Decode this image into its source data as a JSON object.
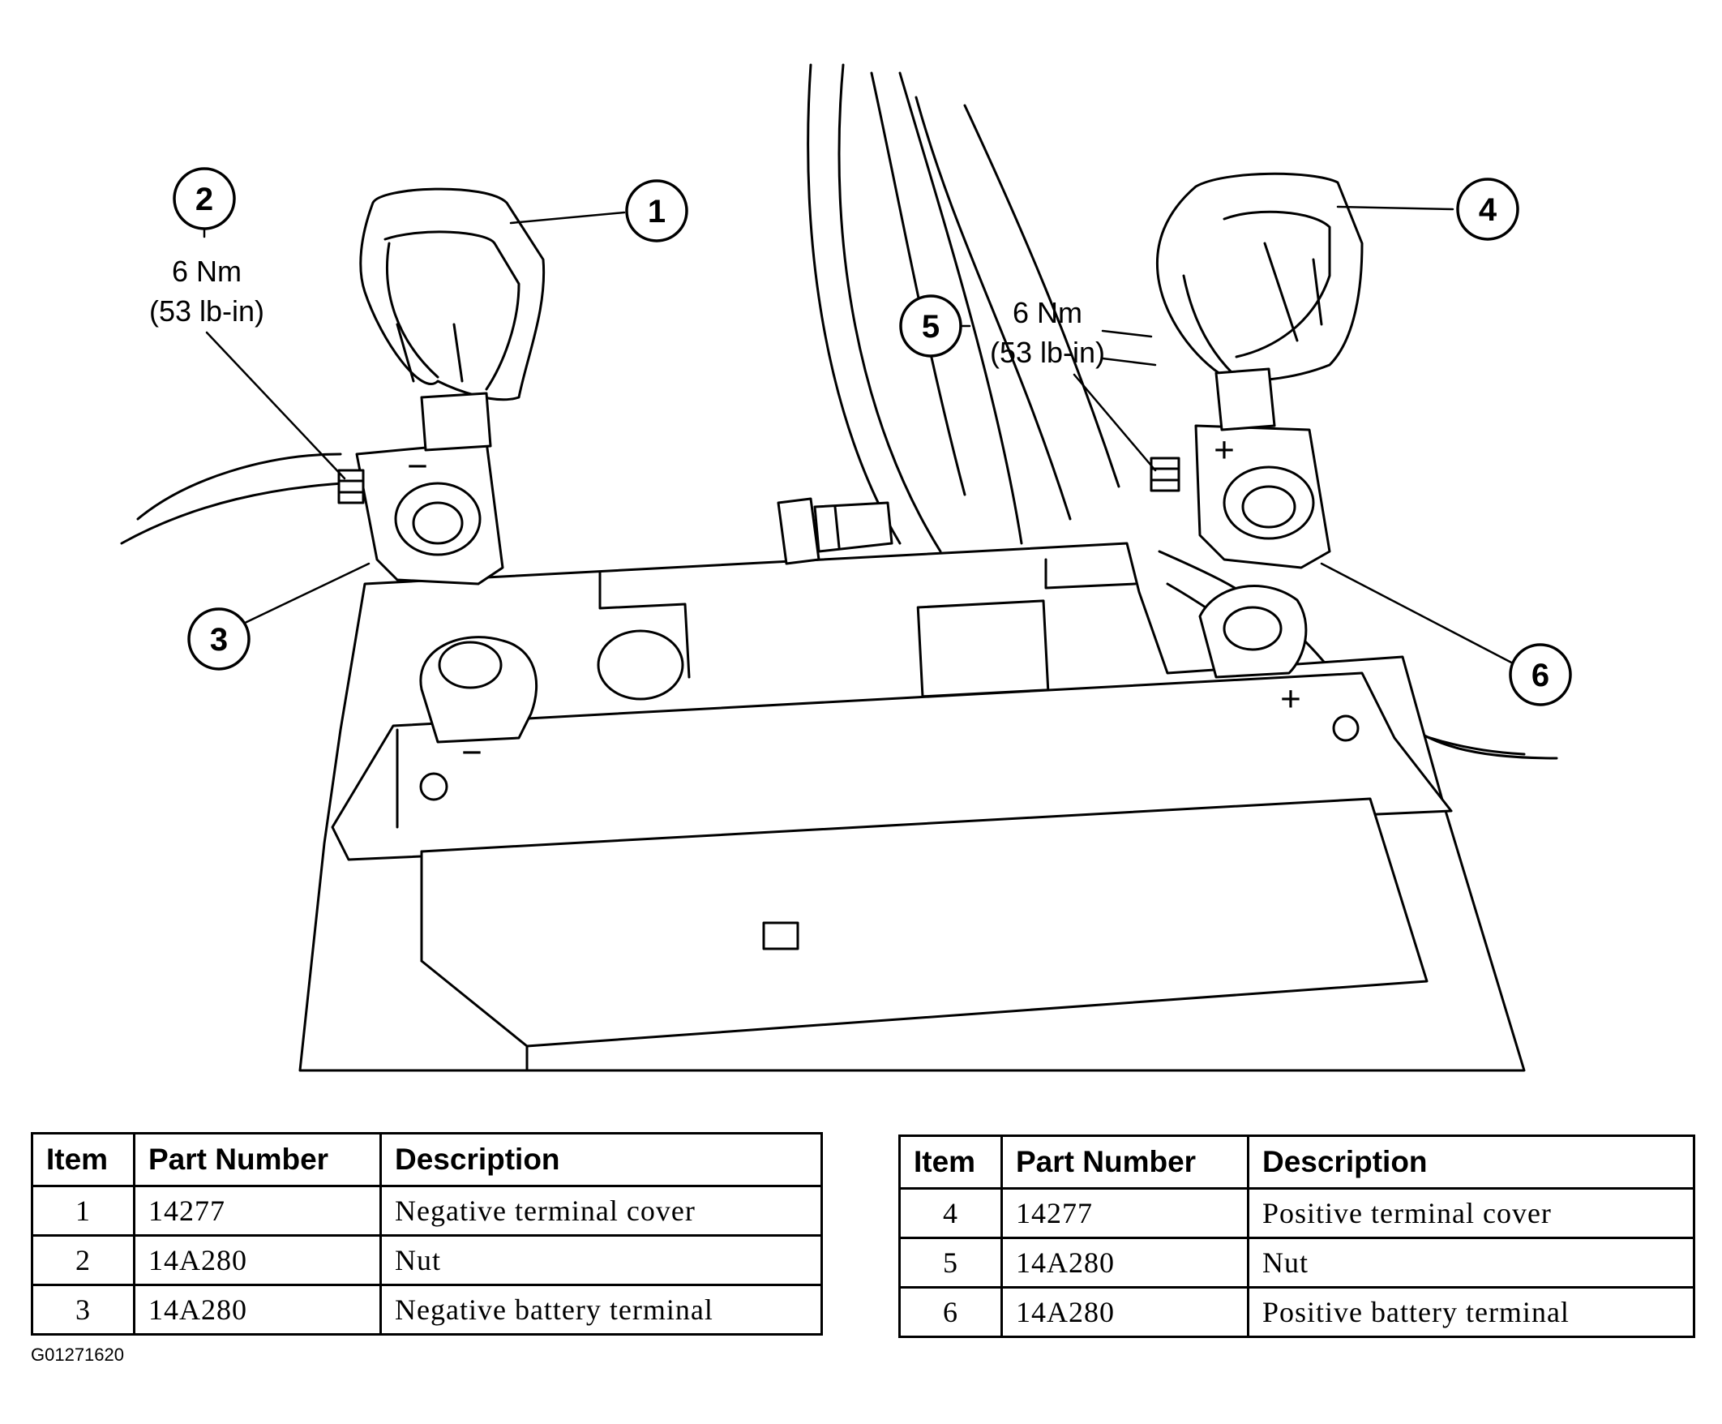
{
  "callouts": [
    {
      "id": "1",
      "torque": ""
    },
    {
      "id": "2",
      "torque": "6 Nm",
      "torque_alt": "(53 lb-in)"
    },
    {
      "id": "3",
      "torque": ""
    },
    {
      "id": "4",
      "torque": ""
    },
    {
      "id": "5",
      "torque": "6 Nm",
      "torque_alt": "(53 lb-in)"
    },
    {
      "id": "6",
      "torque": ""
    }
  ],
  "battery_marks": {
    "negative": "−",
    "positive": "+"
  },
  "tables": [
    {
      "headers": [
        "Item",
        "Part Number",
        "Description"
      ],
      "rows": [
        {
          "item": "1",
          "part": "14277",
          "desc": "Negative terminal cover"
        },
        {
          "item": "2",
          "part": "14A280",
          "desc": "Nut"
        },
        {
          "item": "3",
          "part": "14A280",
          "desc": "Negative battery terminal"
        }
      ]
    },
    {
      "headers": [
        "Item",
        "Part Number",
        "Description"
      ],
      "rows": [
        {
          "item": "4",
          "part": "14277",
          "desc": "Positive terminal cover"
        },
        {
          "item": "5",
          "part": "14A280",
          "desc": "Nut"
        },
        {
          "item": "6",
          "part": "14A280",
          "desc": "Positive battery terminal"
        }
      ]
    }
  ],
  "figure_code": "G01271620"
}
